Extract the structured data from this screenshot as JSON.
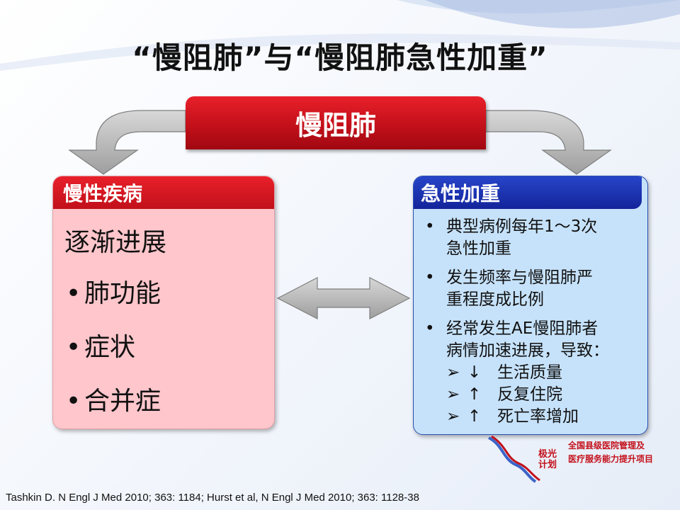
{
  "title": "“慢阻肺”与“慢阻肺急性加重”",
  "banner": "慢阻肺",
  "left_box": {
    "header": "慢性疾病",
    "lead": "逐渐进展",
    "items": [
      "肺功能",
      "症状",
      "合并症"
    ]
  },
  "right_box": {
    "header": "急性加重",
    "items": [
      {
        "line1": "典型病例每年1～3次",
        "line2": "急性加重"
      },
      {
        "line1": " 发生频率与慢阻肺严",
        "line2": "重程度成比例"
      },
      {
        "line1": " 经常发生AE慢阻肺者",
        "line2": "病情加速进展，导致："
      }
    ],
    "subitems": [
      {
        "arrow": "↓",
        "text": "生活质量"
      },
      {
        "arrow": "↑",
        "text": "反复住院"
      },
      {
        "arrow": "↑",
        "text": "死亡率增加"
      }
    ]
  },
  "logo": {
    "line1": "全国县级医院管理及",
    "line2": "医疗服务能力提升项目",
    "brand_line1": "极光",
    "brand_line2": "计划"
  },
  "footer": "Tashkin D. N Engl J Med 2010; 363: 1184;  Hurst et al, N Engl J Med 2010; 363: 1128-38",
  "colors": {
    "red": "#c3101a",
    "blue": "#13249a",
    "pink": "#ffc6cb",
    "lightblue": "#c6e2fa",
    "gray_arrow": "#b4b4b4"
  }
}
